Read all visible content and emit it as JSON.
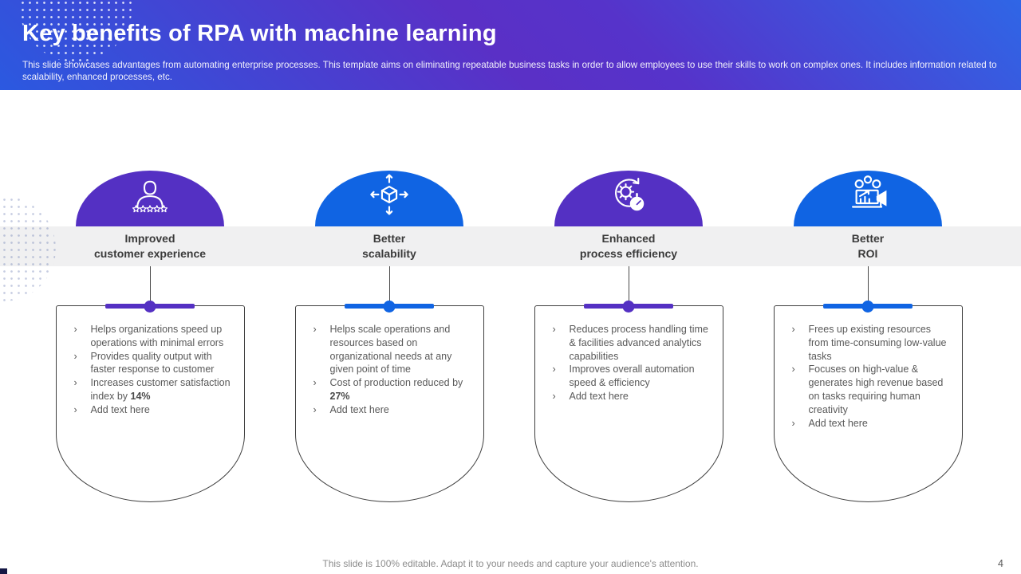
{
  "header": {
    "title": "Key benefits of RPA with machine learning",
    "subtitle": "This slide showcases advantages from automating enterprise processes. This template aims on eliminating repeatable business tasks in order to allow employees to use their skills to work on complex ones. It includes information related to scalability, enhanced processes, etc."
  },
  "colors": {
    "purple_accent": "#5430C3",
    "blue_accent": "#1064E3",
    "header_gradient": [
      "#2B59E0",
      "#5A30C6",
      "#2F66E6"
    ],
    "band_gray": "#F0F0F1",
    "card_border": "#3F3F3F",
    "body_text": "#595959"
  },
  "columns": [
    {
      "icon": "customer-experience-icon",
      "title_lines": [
        "Improved",
        "customer experience"
      ],
      "accent": "#5430C3",
      "bullets": [
        [
          {
            "t": "Helps organizations speed up operations with minimal errors"
          }
        ],
        [
          {
            "t": "Provides quality output with faster response to customer"
          }
        ],
        [
          {
            "t": "Increases customer satisfaction index by "
          },
          {
            "t": "14%",
            "b": true
          }
        ],
        [
          {
            "t": "Add text here"
          }
        ]
      ]
    },
    {
      "icon": "scalability-icon",
      "title_lines": [
        "Better",
        "scalability"
      ],
      "accent": "#1064E3",
      "bullets": [
        [
          {
            "t": "Helps scale operations and resources based on organizational needs at any given point of time"
          }
        ],
        [
          {
            "t": "Cost of production reduced by "
          },
          {
            "t": "27%",
            "b": true
          }
        ],
        [
          {
            "t": "Add text here"
          }
        ]
      ]
    },
    {
      "icon": "process-efficiency-icon",
      "title_lines": [
        "Enhanced",
        "process efficiency"
      ],
      "accent": "#5430C3",
      "bullets": [
        [
          {
            "t": "Reduces process handling time & facilities advanced analytics capabilities"
          }
        ],
        [
          {
            "t": "Improves overall automation speed & efficiency"
          }
        ],
        [
          {
            "t": "Add text here"
          }
        ]
      ]
    },
    {
      "icon": "roi-icon",
      "title_lines": [
        "Better",
        "ROI"
      ],
      "accent": "#1064E3",
      "bullets": [
        [
          {
            "t": "Frees up existing resources from time-consuming low-value tasks"
          }
        ],
        [
          {
            "t": "Focuses on high-value & generates high revenue based on tasks requiring human creativity"
          }
        ],
        [
          {
            "t": "Add text here"
          }
        ]
      ]
    }
  ],
  "footer": {
    "note": "This slide is 100% editable. Adapt it to your needs and capture your audience's attention.",
    "page_number": "4"
  }
}
